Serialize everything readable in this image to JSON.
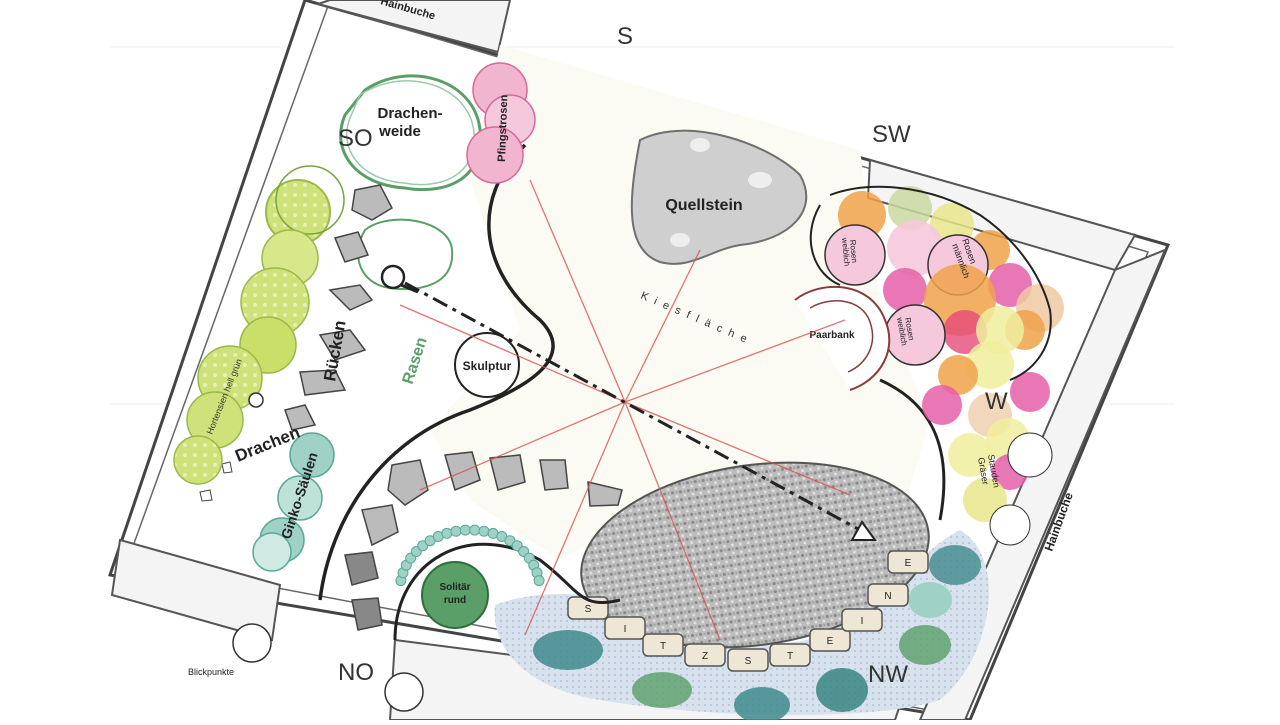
{
  "compass": {
    "s": "S",
    "sw": "SW",
    "so": "SO",
    "w": "W",
    "no": "NO",
    "nw": "NW"
  },
  "labels": {
    "hainbuche_top": "Hainbuche",
    "hainbuche_right": "Hainbuche",
    "drachenweide_1": "Drachen-",
    "drachenweide_2": "weide",
    "pfingstrosen": "Pfingstrosen",
    "quellstein": "Quellstein",
    "kiesflaeche": "K i e s f l ä c h e",
    "rasen": "Rasen",
    "ruecken": "Rücken",
    "drachen": "Drachen",
    "skulptur": "Skulptur",
    "paarbank": "Paarbank",
    "ginko_saeulen": "Ginko-Säulen",
    "hortensien": "Hortensien hell grün",
    "solitaer_1": "Solitär",
    "solitaer_2": "rund",
    "rosen_left_1": "Rosen",
    "rosen_left_2": "weiblich",
    "rosen_right_1": "Rosen",
    "rosen_right_2": "männlich",
    "rosen_bottom_1": "Rosen",
    "rosen_bottom_2": "weiblich",
    "stauden_1": "Stauden",
    "stauden_2": "Gräser",
    "blickpunkte": "Blickpunkte",
    "sitzsteine": [
      "S",
      "I",
      "T",
      "Z",
      "S",
      "T",
      "E",
      "I",
      "N",
      "E"
    ]
  },
  "colors": {
    "outline": "#2a2a2a",
    "sightline": "#d9534f",
    "rasen_green": "#5a9e68",
    "lime": "#c9df6a",
    "teal": "#9fd1c5",
    "rose_pink": "#e07ab0",
    "orange": "#f0a24a",
    "stone_grey": "#a7a7a7",
    "water_blue": "#cfdbe8"
  },
  "icons": {
    "viewpoint": "magnifier-icon",
    "arrow": "arrow-head-icon"
  }
}
